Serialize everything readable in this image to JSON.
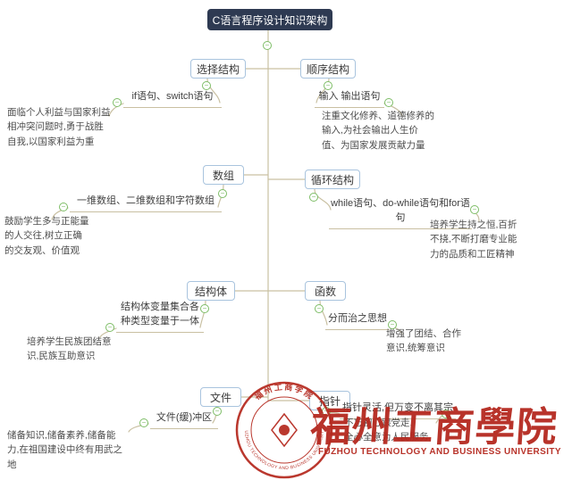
{
  "root": {
    "label": "C语言程序设计知识架构"
  },
  "branches": {
    "selection": {
      "label": "选择结构",
      "sub": "if语句、switch语句",
      "note": "面临个人利益与国家利益\n相冲突问题时,勇于战胜\n自我,以国家利益为重"
    },
    "sequence": {
      "label": "顺序结构",
      "sub": "输入 输出语句",
      "note": "注重文化修养、道德修养的\n输入,为社会输出人生价\n值、为国家发展贡献力量"
    },
    "array": {
      "label": "数组",
      "sub": "一维数组、二维数组和字符数组",
      "note": "鼓励学生多与正能量\n的人交往,树立正确\n的交友观、价值观"
    },
    "loop": {
      "label": "循环结构",
      "sub": "while语句、do-while语句和for语句",
      "note": "培养学生持之恒,百折\n不挠,不断打磨专业能\n力的品质和工匠精神"
    },
    "struct": {
      "label": "结构体",
      "sub": "结构体变量集合各\n种类型变量于一体",
      "note": "培养学生民族团结意\n识,民族互助意识"
    },
    "function": {
      "label": "函数",
      "sub": "分而治之思想",
      "note": "增强了团结、合作\n意识,统筹意识"
    },
    "file": {
      "label": "文件",
      "sub": "文件(缓)冲区",
      "note": "储备知识,储备素养,储备能\n力,在祖国建设中终有用武之地"
    },
    "pointer": {
      "label": "指针",
      "sub": "指针灵活,但万变不离其宗",
      "note": "不忘初心跟党走,\n全心全意为人民服务"
    }
  },
  "watermark": {
    "name_cn": "福州工商學院",
    "name_en": "FUZHOU TECHNOLOGY AND BUSINESS UNIVERSITY",
    "seal_top": "福州工商学院",
    "seal_bottom": "FUZHOU TECHNOLOGY AND BUSINESS UNIVERSITY"
  },
  "colors": {
    "root_bg": "#2e3a52",
    "node_border": "#a9c4de",
    "line": "#c9c0a2",
    "collapse_green": "#7dbd66",
    "accent_red": "#b5291f"
  }
}
